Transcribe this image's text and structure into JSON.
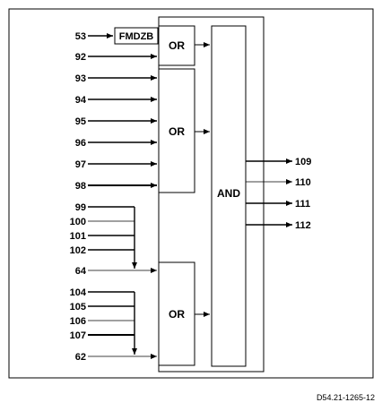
{
  "diagram": {
    "blocks": {
      "fmdzb": "FMDZB",
      "or_top": "OR",
      "or_middle": "OR",
      "or_bottom": "OR",
      "and_gate": "AND"
    },
    "inputs": {
      "i53": "53",
      "i92": "92",
      "i93": "93",
      "i94": "94",
      "i95": "95",
      "i96": "96",
      "i97": "97",
      "i98": "98",
      "i99": "99",
      "i100": "100",
      "i101": "101",
      "i102": "102",
      "i64": "64",
      "i104": "104",
      "i105": "105",
      "i106": "106",
      "i107": "107",
      "i62": "62"
    },
    "outputs": {
      "o109": "109",
      "o110": "110",
      "o111": "111",
      "o112": "112"
    },
    "reference": "D54.21-1265-12"
  }
}
